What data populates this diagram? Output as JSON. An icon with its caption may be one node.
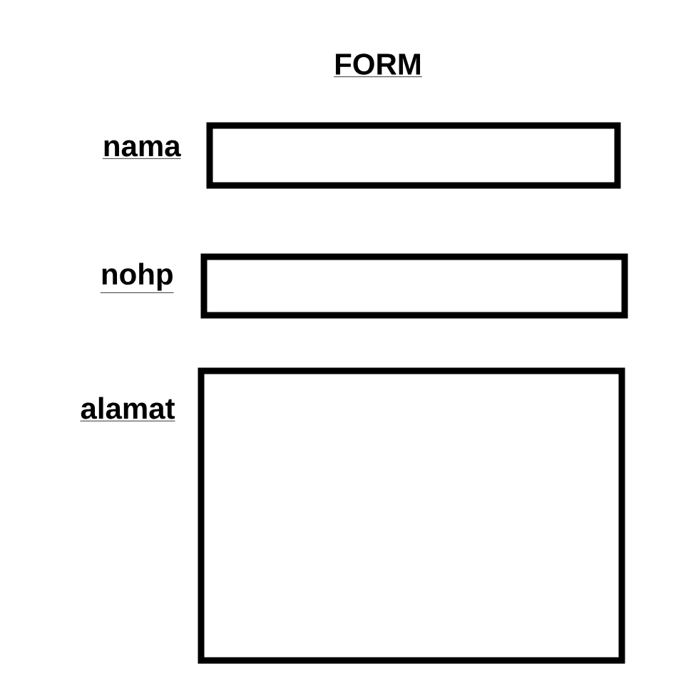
{
  "diagram": {
    "title": "FORM",
    "nodes": [
      {
        "text": [
          "nama"
        ]
      },
      {
        "text": [
          "nohp"
        ]
      },
      {
        "text": [
          "alamat"
        ]
      }
    ]
  }
}
